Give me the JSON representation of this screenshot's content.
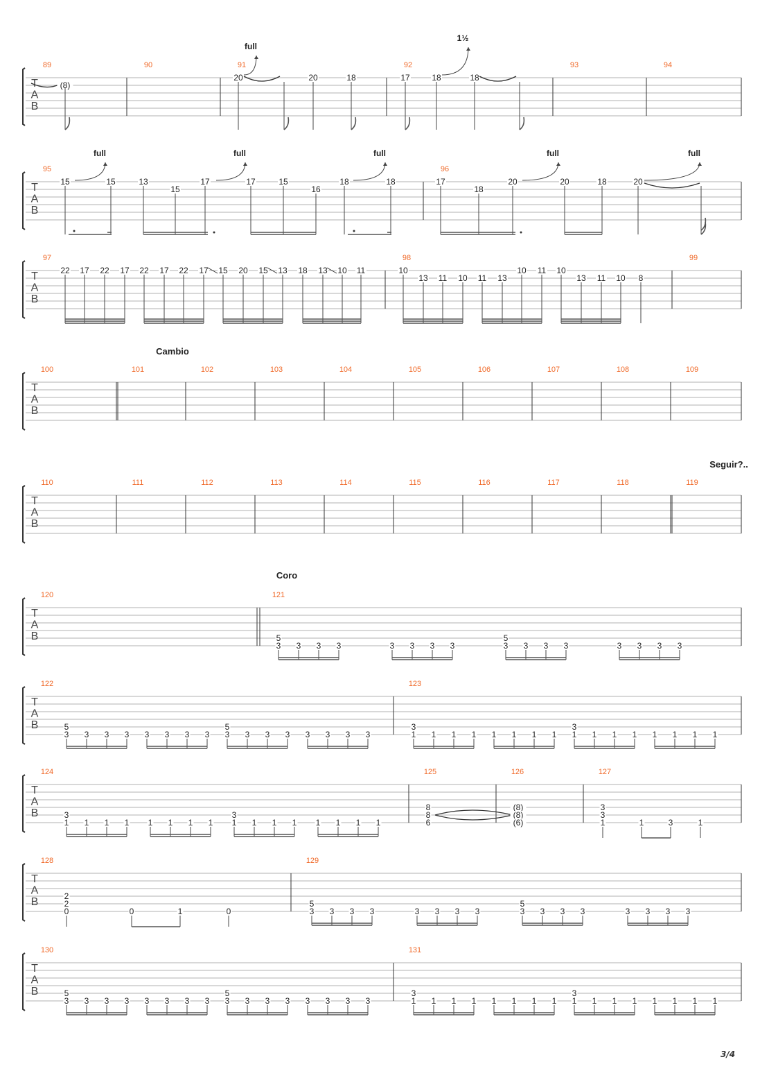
{
  "page": {
    "number": "3/4"
  },
  "clef": [
    "T",
    "A",
    "B"
  ],
  "colors": {
    "measure_number": "#f06a2a",
    "staff": "#999999",
    "ink": "#222222",
    "bracket": "#333333"
  },
  "sections": [
    {
      "label": "Cambio",
      "before_measure": "101"
    },
    {
      "label": "Seguir?..",
      "before_measure": "119"
    },
    {
      "label": "Coro",
      "before_measure": "121"
    }
  ],
  "systems": [
    {
      "measures": [
        "89",
        "90",
        "91",
        "92",
        "93",
        "94"
      ],
      "bend_labels": [
        "full",
        "1½"
      ],
      "notes": [
        "(8)",
        "20",
        "20",
        "18",
        "17",
        "18",
        "18"
      ]
    },
    {
      "measures": [
        "95",
        "96"
      ],
      "bend_labels": [
        "full",
        "full",
        "full",
        "full",
        "full"
      ],
      "notes": [
        "15",
        "15",
        "13",
        "15",
        "17",
        "17",
        "15",
        "16",
        "18",
        "18",
        "17",
        "18",
        "20",
        "20",
        "18",
        "20"
      ]
    },
    {
      "measures": [
        "97",
        "98",
        "99"
      ],
      "notes": [
        "22",
        "17",
        "22",
        "17",
        "22",
        "17",
        "22",
        "17",
        "15",
        "20",
        "15",
        "13",
        "18",
        "13",
        "10",
        "11",
        "10",
        "13",
        "11",
        "10",
        "11",
        "13",
        "10",
        "11",
        "10",
        "13",
        "11",
        "10",
        "8"
      ]
    },
    {
      "measures": [
        "100",
        "101",
        "102",
        "103",
        "104",
        "105",
        "106",
        "107",
        "108",
        "109"
      ]
    },
    {
      "measures": [
        "110",
        "111",
        "112",
        "113",
        "114",
        "115",
        "116",
        "117",
        "118",
        "119"
      ]
    },
    {
      "measures": [
        "120",
        "121"
      ],
      "notes": [
        "5",
        "3",
        "3",
        "3",
        "3",
        "3",
        "3",
        "3",
        "3",
        "5",
        "3",
        "3",
        "3",
        "3",
        "3",
        "3",
        "3",
        "3"
      ]
    },
    {
      "measures": [
        "122",
        "123"
      ],
      "notes": [
        "5",
        "3",
        "3",
        "3",
        "3",
        "3",
        "3",
        "3",
        "3",
        "5",
        "3",
        "3",
        "3",
        "3",
        "3",
        "3",
        "3",
        "3",
        "3",
        "1",
        "1",
        "1",
        "1",
        "1",
        "1",
        "1",
        "1",
        "3",
        "1",
        "1",
        "1",
        "1",
        "1",
        "1",
        "1",
        "1"
      ]
    },
    {
      "measures": [
        "124",
        "125",
        "126",
        "127"
      ],
      "notes": [
        "3",
        "1",
        "1",
        "1",
        "1",
        "1",
        "1",
        "1",
        "1",
        "3",
        "1",
        "1",
        "1",
        "1",
        "1",
        "1",
        "1",
        "1",
        "8",
        "8",
        "6",
        "(8)",
        "(8)",
        "(6)",
        "3",
        "3",
        "1",
        "1",
        "3",
        "1"
      ]
    },
    {
      "measures": [
        "128",
        "129"
      ],
      "notes": [
        "2",
        "2",
        "0",
        "0",
        "1",
        "0",
        "5",
        "3",
        "3",
        "3",
        "3",
        "3",
        "3",
        "3",
        "3",
        "5",
        "3",
        "3",
        "3",
        "3",
        "3",
        "3",
        "3",
        "3"
      ]
    },
    {
      "measures": [
        "130",
        "131"
      ],
      "notes": [
        "5",
        "3",
        "3",
        "3",
        "3",
        "3",
        "3",
        "3",
        "3",
        "5",
        "3",
        "3",
        "3",
        "3",
        "3",
        "3",
        "3",
        "3",
        "3",
        "1",
        "1",
        "1",
        "1",
        "1",
        "1",
        "1",
        "1",
        "3",
        "1",
        "1",
        "1",
        "1",
        "1",
        "1",
        "1",
        "1"
      ]
    }
  ]
}
